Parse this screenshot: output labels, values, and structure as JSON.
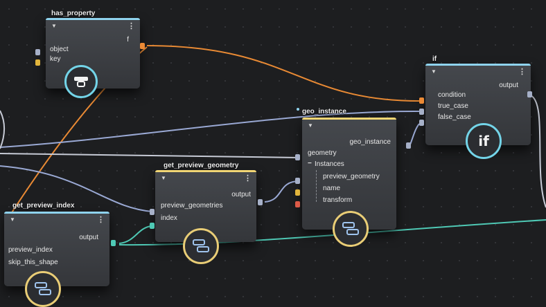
{
  "nodes": {
    "has_property": {
      "title": "has_property",
      "output": "found",
      "inputs": [
        "object",
        "key"
      ],
      "icon": "key-lookup-icon"
    },
    "if_node": {
      "title": "if",
      "output": "output",
      "inputs": [
        "condition",
        "true_case",
        "false_case"
      ],
      "badge": "if",
      "icon": "if-icon"
    },
    "geo_instance": {
      "title": "geo_instance",
      "output": "geo_instance",
      "inputs": [
        "geometry"
      ],
      "group_label": "Instances",
      "group_minus": "−",
      "group_items": [
        "preview_geometry",
        "name",
        "transform"
      ],
      "icon": "list-icon"
    },
    "get_preview_geometry": {
      "title": "get_preview_geometry",
      "output": "output",
      "inputs": [
        "preview_geometries",
        "index"
      ],
      "icon": "list-icon"
    },
    "get_preview_index": {
      "title": "get_preview_index",
      "output": "output",
      "inputs": [
        "preview_index",
        "skip_this_shape"
      ],
      "icon": "list-icon"
    }
  },
  "colors": {
    "wire_orange": "#e98a34",
    "wire_blue": "#9aa9d4",
    "wire_teal": "#4fc9b5",
    "wire_grey": "#c7cbd6",
    "badge_yellow": "#e9cd76",
    "badge_cyan": "#73d4e8"
  }
}
